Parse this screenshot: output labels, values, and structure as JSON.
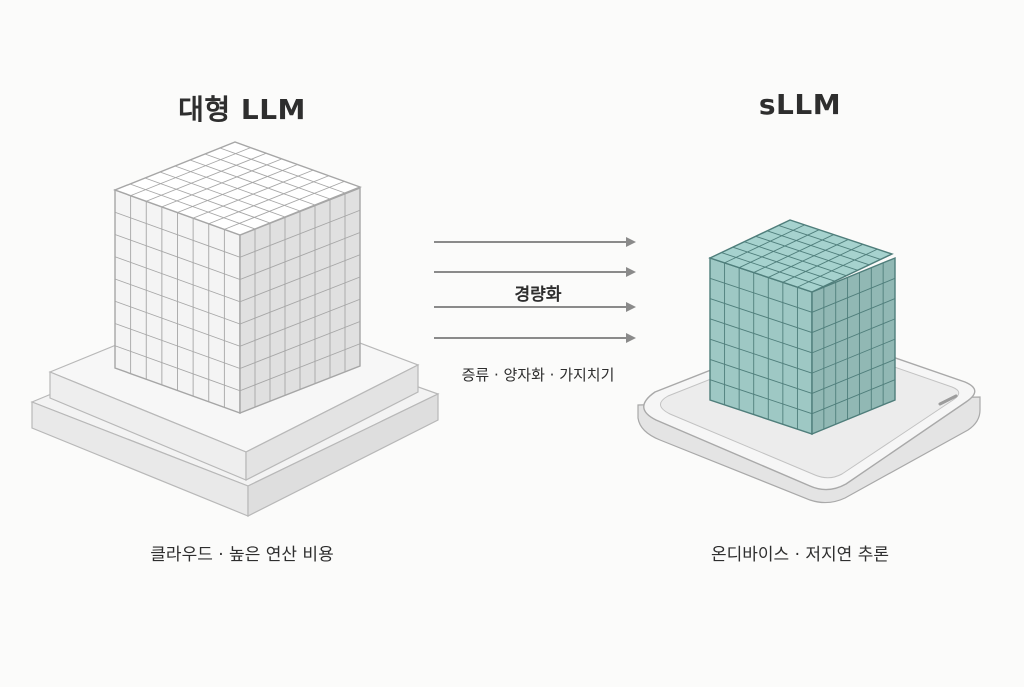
{
  "left": {
    "title": "대형 LLM",
    "caption": "클라우드 · 높은 연산 비용"
  },
  "right": {
    "title": "sLLM",
    "caption": "온디바이스 · 저지연 추론"
  },
  "transition": {
    "label": "경량화",
    "methods": "증류 · 양자화 · 가지치기"
  },
  "colors": {
    "large_cube": "#f4f4f4",
    "small_cube": "#9ec8c4",
    "grid_line": "#9a9a9a",
    "arrow": "#8a8a8a"
  }
}
